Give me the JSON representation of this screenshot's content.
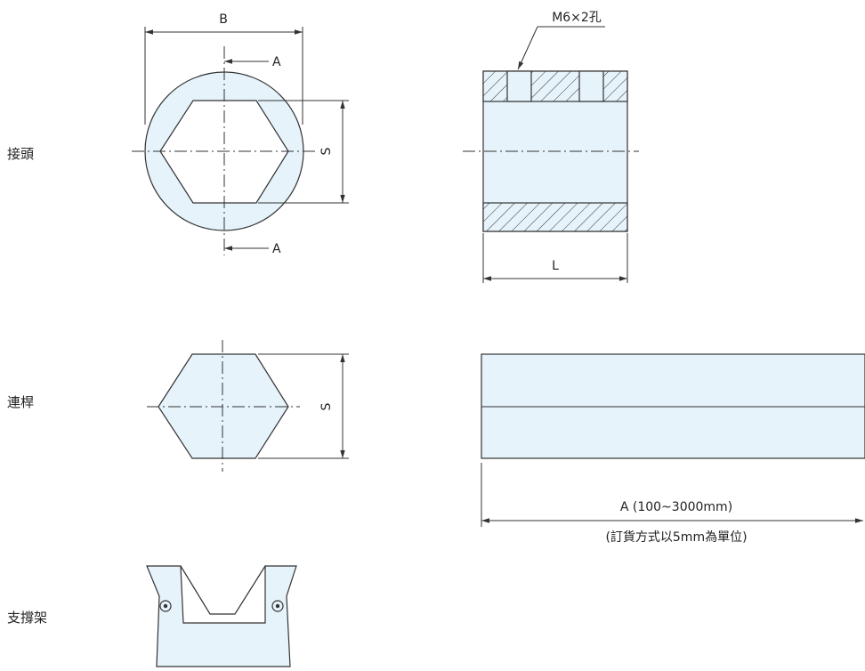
{
  "colors": {
    "part_fill": "#e6f3fb",
    "line": "#333333",
    "text": "#222222"
  },
  "labels": {
    "coupling": "接頭",
    "shaft": "連桿",
    "support": "支撐架"
  },
  "dimensions": {
    "B": "B",
    "S": "S",
    "section_mark": "A",
    "L": "L",
    "holes": "M6×2孔",
    "length": "A (100~3000mm)",
    "order_note": "(訂貨方式以5mm為單位)"
  }
}
